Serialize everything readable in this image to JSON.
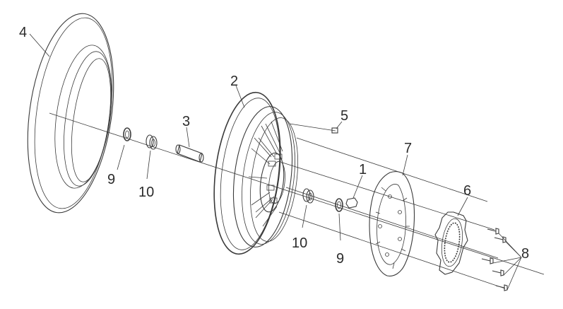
{
  "diagram": {
    "labels": {
      "tire": "4",
      "rim": "2",
      "axle_spacer": "3",
      "valve": "5",
      "cap": "1",
      "brake_disc": "7",
      "sensor_ring": "6",
      "bolts": "8",
      "bearing_left": "10",
      "seal_left": "9",
      "bearing_right": "10",
      "seal_right": "9"
    }
  }
}
